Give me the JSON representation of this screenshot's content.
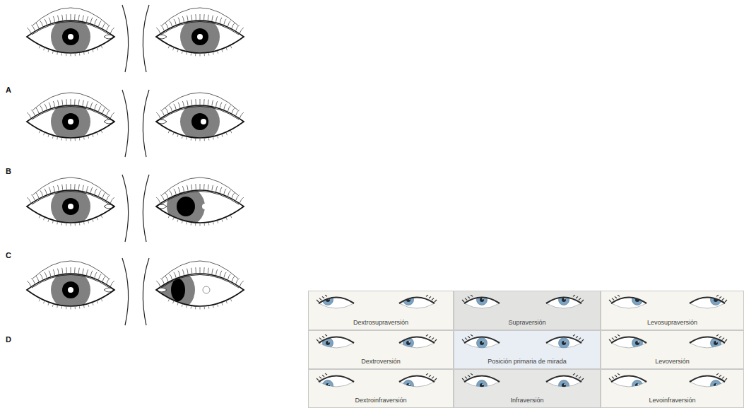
{
  "diagram": {
    "nodes": [
      {
        "text": [
          "Dextrosupraversión"
        ]
      },
      {
        "text": [
          "Supraversión"
        ]
      },
      {
        "text": [
          "Levosupraversión"
        ]
      },
      {
        "text": [
          "Dextroversión"
        ]
      },
      {
        "text": [
          "Posición primaria de mirada"
        ]
      },
      {
        "text": [
          "Levoversión"
        ]
      },
      {
        "text": [
          "Dextroinfraversión"
        ]
      },
      {
        "text": [
          "Infraversión"
        ]
      },
      {
        "text": [
          "Levoinfraversión"
        ]
      }
    ],
    "labels": [
      "A",
      "B",
      "C",
      "D"
    ]
  }
}
